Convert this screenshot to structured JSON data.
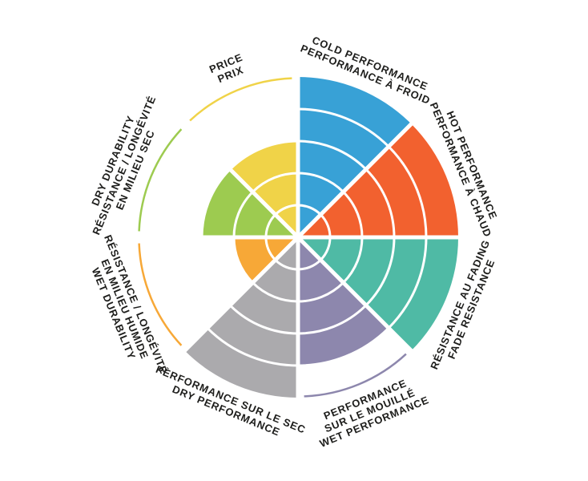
{
  "page": {
    "background_color": "#FFFFFF"
  },
  "chart_data": {
    "type": "polar-wheel",
    "title": "",
    "scale": {
      "min": 0,
      "max": 5,
      "rings": 5
    },
    "grid": true,
    "legend_position": "around",
    "text_color": "#1D1D1B",
    "grid_color": "#FFFFFF",
    "segments": [
      {
        "id": "cold-performance",
        "label_lines": [
          "COLD PERFORMANCE",
          "PERFORMANCE À FROID"
        ],
        "value": 5,
        "color": "#38A1D6"
      },
      {
        "id": "hot-performance",
        "label_lines": [
          "HOT PERFORMANCE",
          "PERFORMANCE À CHAUD"
        ],
        "value": 5,
        "color": "#F2612F"
      },
      {
        "id": "fade-resistance",
        "label_lines": [
          "RÉSISTANCE AU FADING",
          "FADE RESISTANCE"
        ],
        "value": 5,
        "color": "#4FBAA5"
      },
      {
        "id": "wet-performance",
        "label_lines": [
          "PERFORMANCE",
          "SUR LE MOUILLÉ",
          "WET PERFORMANCE"
        ],
        "value": 4,
        "color": "#8D87AD"
      },
      {
        "id": "dry-performance",
        "label_lines": [
          "PERFORMANCE SUR LE SEC",
          "DRY PERFORMANCE"
        ],
        "value": 5,
        "color": "#ABAAAD"
      },
      {
        "id": "wet-durability",
        "label_lines": [
          "RÉSISTANCE / LONGÉVITÉ",
          "EN MILIEU HUMIDE",
          "WET DURABILITY"
        ],
        "value": 2,
        "color": "#F7A837"
      },
      {
        "id": "dry-durability",
        "label_lines": [
          "DRY DURABILITY",
          "RÉSISTANCE / LONGÉVITÉ",
          "EN MILIEU SEC"
        ],
        "value": 3,
        "color": "#9DCB50"
      },
      {
        "id": "price",
        "label_lines": [
          "PRICE",
          "PRIX"
        ],
        "value": 3,
        "color": "#F0D348"
      }
    ]
  }
}
